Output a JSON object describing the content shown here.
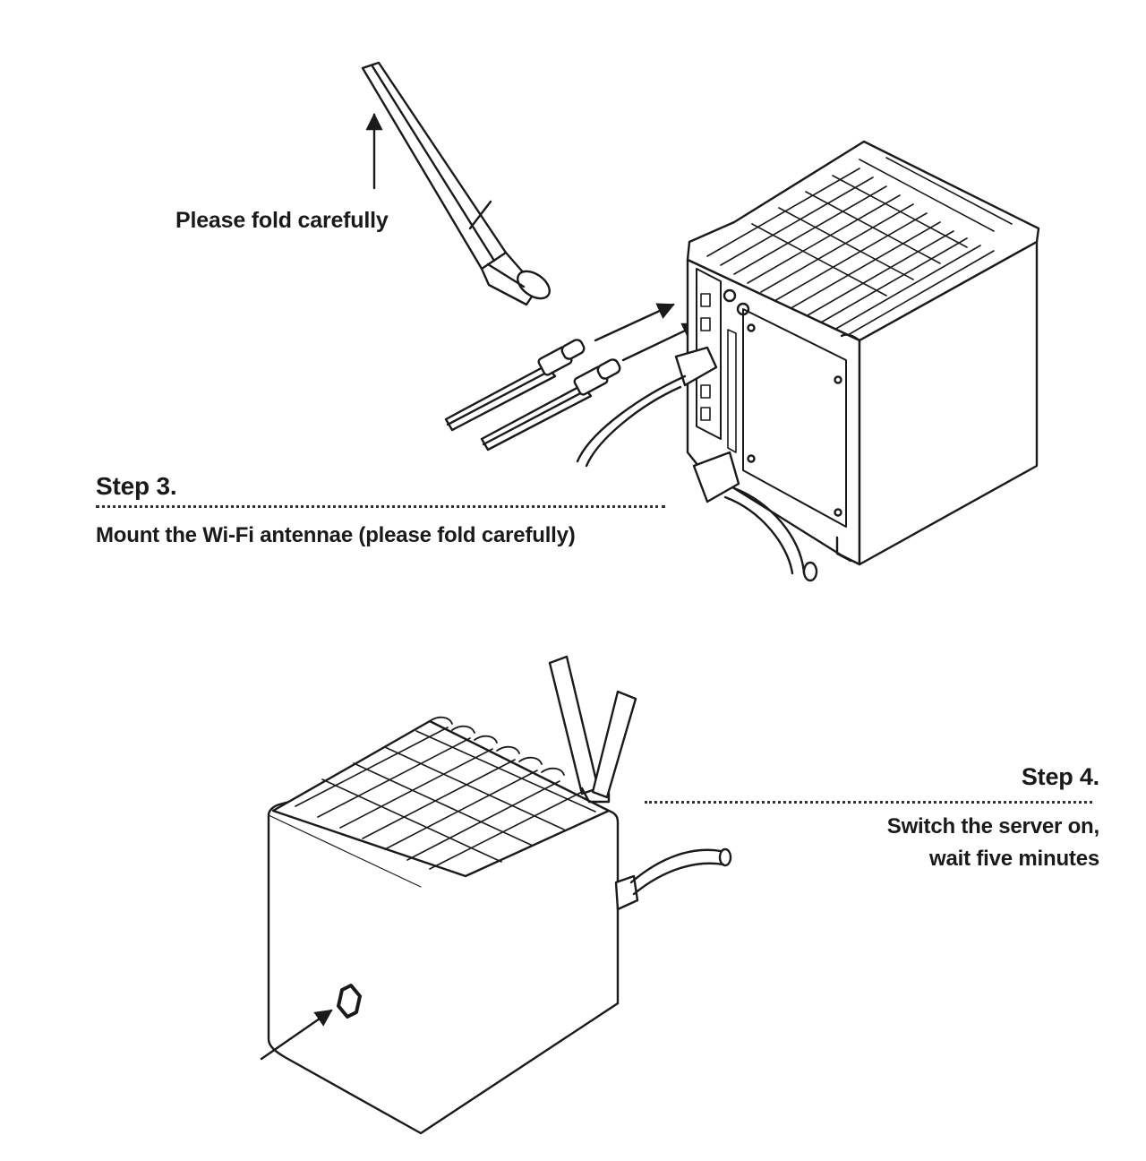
{
  "callout": {
    "text": "Please fold carefully"
  },
  "step3": {
    "title": "Step 3.",
    "description": "Mount the Wi-Fi antennae (please fold carefully)"
  },
  "step4": {
    "title": "Step 4.",
    "description_line1": "Switch the server on,",
    "description_line2": "wait five minutes"
  },
  "colors": {
    "ink": "#1a1a1a",
    "background": "#ffffff"
  }
}
